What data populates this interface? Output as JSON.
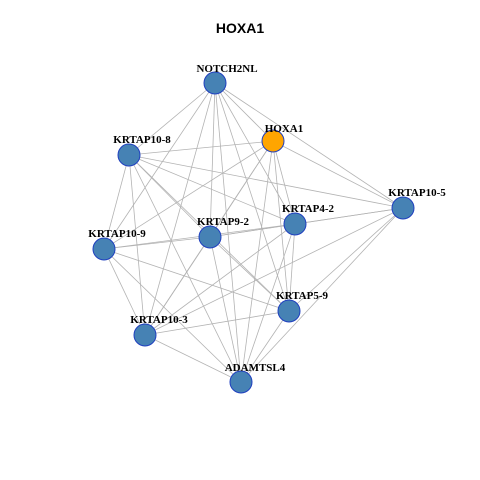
{
  "title": "HOXA1",
  "colors": {
    "edge": "#b3b3b3",
    "node_default": "#4682b4",
    "node_query": "#ffa500",
    "node_border": "#1f3fbf"
  },
  "nodes": [
    {
      "id": "NOTCH2NL",
      "label": "NOTCH2NL",
      "query": false
    },
    {
      "id": "HOXA1",
      "label": "HOXA1",
      "query": true
    },
    {
      "id": "KRTAP10-8",
      "label": "KRTAP10-8",
      "query": false
    },
    {
      "id": "KRTAP10-5",
      "label": "KRTAP10-5",
      "query": false
    },
    {
      "id": "KRTAP4-2",
      "label": "KRTAP4-2",
      "query": false
    },
    {
      "id": "KRTAP9-2",
      "label": "KRTAP9-2",
      "query": false
    },
    {
      "id": "KRTAP10-9",
      "label": "KRTAP10-9",
      "query": false
    },
    {
      "id": "KRTAP5-9",
      "label": "KRTAP5-9",
      "query": false
    },
    {
      "id": "KRTAP10-3",
      "label": "KRTAP10-3",
      "query": false
    },
    {
      "id": "ADAMTSL4",
      "label": "ADAMTSL4",
      "query": false
    }
  ],
  "edges": [
    [
      "NOTCH2NL",
      "KRTAP10-8"
    ],
    [
      "NOTCH2NL",
      "HOXA1"
    ],
    [
      "NOTCH2NL",
      "KRTAP10-5"
    ],
    [
      "NOTCH2NL",
      "KRTAP4-2"
    ],
    [
      "NOTCH2NL",
      "KRTAP9-2"
    ],
    [
      "NOTCH2NL",
      "KRTAP10-9"
    ],
    [
      "NOTCH2NL",
      "KRTAP10-3"
    ],
    [
      "NOTCH2NL",
      "ADAMTSL4"
    ],
    [
      "NOTCH2NL",
      "KRTAP5-9"
    ],
    [
      "HOXA1",
      "KRTAP10-8"
    ],
    [
      "HOXA1",
      "KRTAP10-5"
    ],
    [
      "HOXA1",
      "KRTAP4-2"
    ],
    [
      "HOXA1",
      "KRTAP9-2"
    ],
    [
      "HOXA1",
      "KRTAP10-9"
    ],
    [
      "HOXA1",
      "KRTAP10-3"
    ],
    [
      "HOXA1",
      "ADAMTSL4"
    ],
    [
      "HOXA1",
      "KRTAP5-9"
    ],
    [
      "KRTAP10-8",
      "KRTAP4-2"
    ],
    [
      "KRTAP10-8",
      "KRTAP9-2"
    ],
    [
      "KRTAP10-8",
      "KRTAP10-9"
    ],
    [
      "KRTAP10-8",
      "KRTAP10-3"
    ],
    [
      "KRTAP10-8",
      "ADAMTSL4"
    ],
    [
      "KRTAP10-8",
      "KRTAP5-9"
    ],
    [
      "KRTAP10-8",
      "KRTAP10-5"
    ],
    [
      "KRTAP4-2",
      "KRTAP10-5"
    ],
    [
      "KRTAP4-2",
      "KRTAP9-2"
    ],
    [
      "KRTAP4-2",
      "KRTAP10-9"
    ],
    [
      "KRTAP4-2",
      "KRTAP10-3"
    ],
    [
      "KRTAP4-2",
      "ADAMTSL4"
    ],
    [
      "KRTAP4-2",
      "KRTAP5-9"
    ],
    [
      "KRTAP9-2",
      "KRTAP10-9"
    ],
    [
      "KRTAP9-2",
      "KRTAP10-3"
    ],
    [
      "KRTAP9-2",
      "ADAMTSL4"
    ],
    [
      "KRTAP9-2",
      "KRTAP5-9"
    ],
    [
      "KRTAP9-2",
      "KRTAP10-5"
    ],
    [
      "KRTAP10-9",
      "KRTAP10-3"
    ],
    [
      "KRTAP10-9",
      "ADAMTSL4"
    ],
    [
      "KRTAP10-9",
      "KRTAP5-9"
    ],
    [
      "KRTAP10-3",
      "KRTAP5-9"
    ],
    [
      "KRTAP10-3",
      "ADAMTSL4"
    ],
    [
      "KRTAP10-3",
      "KRTAP10-5"
    ],
    [
      "KRTAP5-9",
      "ADAMTSL4"
    ],
    [
      "KRTAP5-9",
      "KRTAP10-5"
    ],
    [
      "ADAMTSL4",
      "KRTAP10-5"
    ]
  ]
}
